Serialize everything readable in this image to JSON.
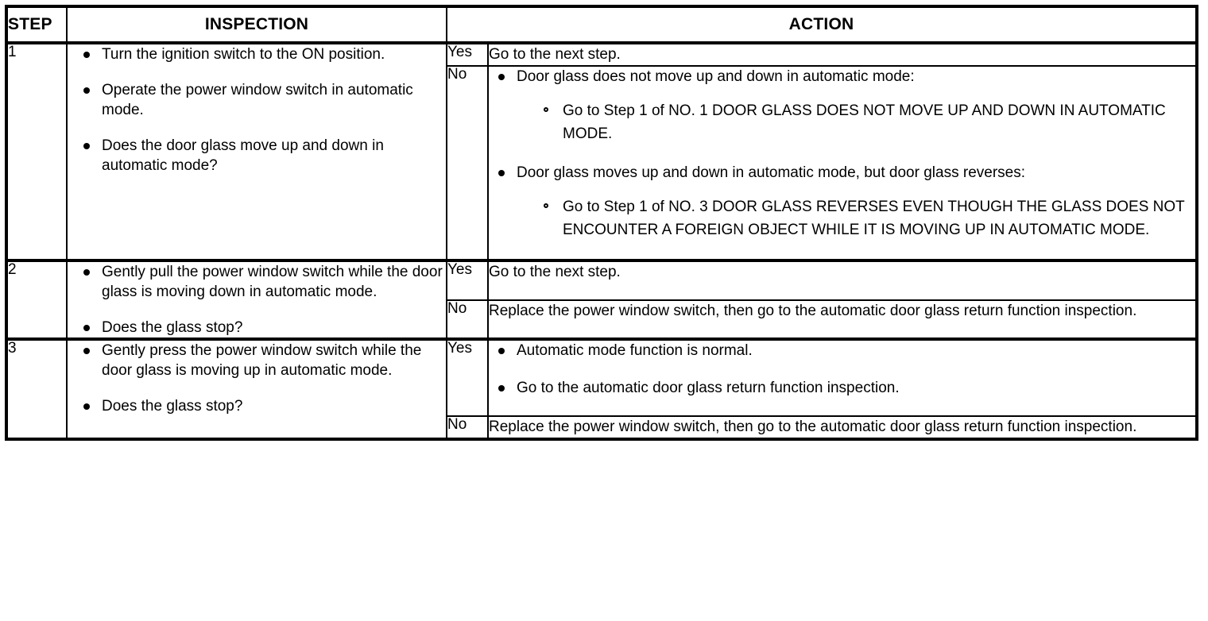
{
  "table": {
    "headers": {
      "step": "STEP",
      "inspection": "INSPECTION",
      "action": "ACTION"
    },
    "labels": {
      "yes": "Yes",
      "no": "No"
    },
    "rows": [
      {
        "step": "1",
        "inspection_bullets": [
          "Turn the ignition switch to the ON position.",
          "Operate the power window switch in automatic mode.",
          "Does the door glass move up and down in automatic mode?"
        ],
        "yes_action": "Go to the next step.",
        "no_action_bullets": [
          {
            "text": "Door glass does not move up and down in automatic mode:",
            "sub": [
              "Go to Step 1 of NO. 1 DOOR GLASS DOES NOT MOVE UP AND DOWN IN AUTOMATIC MODE."
            ]
          },
          {
            "text": "Door glass moves up and down in automatic mode, but door glass reverses:",
            "sub": [
              "Go to Step 1 of NO. 3 DOOR GLASS REVERSES EVEN THOUGH THE GLASS DOES NOT ENCOUNTER A FOREIGN OBJECT WHILE IT IS MOVING UP IN AUTOMATIC MODE."
            ]
          }
        ]
      },
      {
        "step": "2",
        "inspection_bullets": [
          "Gently pull the power window switch while the door glass is moving down in automatic mode.",
          "Does the glass stop?"
        ],
        "yes_action": "Go to the next step.",
        "no_action": "Replace the power window switch, then go to the automatic door glass return function inspection."
      },
      {
        "step": "3",
        "inspection_bullets": [
          "Gently press the power window switch while the door glass is moving up in automatic mode.",
          "Does the glass stop?"
        ],
        "yes_action_bullets": [
          "Automatic mode function is normal.",
          "Go to the automatic door glass return function inspection."
        ],
        "no_action": "Replace the power window switch, then go to the automatic door glass return function inspection."
      }
    ]
  }
}
